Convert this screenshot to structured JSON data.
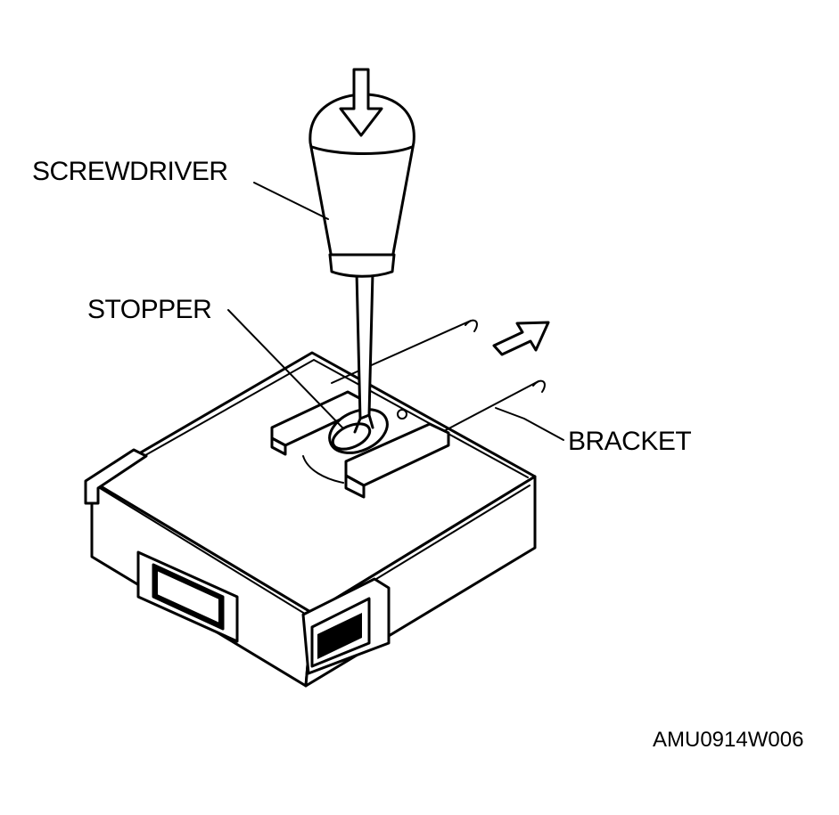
{
  "labels": {
    "screwdriver": "SCREWDRIVER",
    "stopper": "STOPPER",
    "bracket": "BRACKET"
  },
  "figure_id": "AMU0914W006",
  "icons": [
    "push-down-arrow-icon",
    "pull-direction-arrow-icon"
  ],
  "colors": {
    "line": "#000000",
    "background": "#ffffff"
  }
}
